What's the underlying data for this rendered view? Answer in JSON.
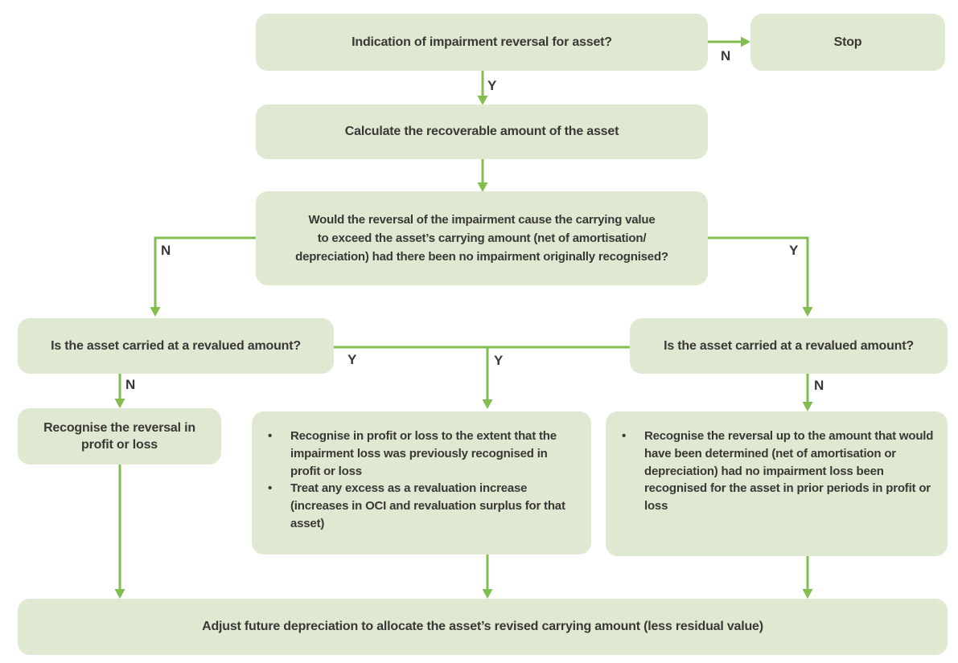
{
  "colors": {
    "background": "#ffffff",
    "box_fill": "#dfe9d1",
    "arrow": "#82bd50",
    "text": "#383836"
  },
  "labels": {
    "yes": "Y",
    "no": "N"
  },
  "nodes": {
    "indication": {
      "text": "Indication of impairment reversal for asset?"
    },
    "stop": {
      "text": "Stop"
    },
    "calculate": {
      "text": "Calculate the recoverable amount of the asset"
    },
    "exceed_question": {
      "lines": [
        "Would the reversal of the impairment cause the carrying value",
        "to exceed the asset’s carrying amount (net of amortisation/",
        "depreciation) had there been no impairment originally recognised?"
      ]
    },
    "revalued_left": {
      "text": "Is the asset carried at a revalued amount?"
    },
    "revalued_right": {
      "text": "Is the asset carried at a revalued amount?"
    },
    "recognise_profit_loss": {
      "text": "Recognise the reversal in profit or loss"
    },
    "revalued_yes_actions": {
      "bullets": [
        "Recognise in profit or loss to the extent that the impairment loss was previously recognised in profit or loss",
        "Treat any excess as a revaluation increase (increases in OCI and revaluation surplus for that asset)"
      ]
    },
    "not_revalued_actions": {
      "bullets": [
        "Recognise the reversal up to the amount that would have been determined (net of amortisation or depreciation) had no impairment loss been recognised for the asset in prior periods in profit or loss"
      ]
    },
    "adjust_depreciation": {
      "text": "Adjust future depreciation to allocate the asset’s revised carrying amount (less residual value)"
    }
  }
}
